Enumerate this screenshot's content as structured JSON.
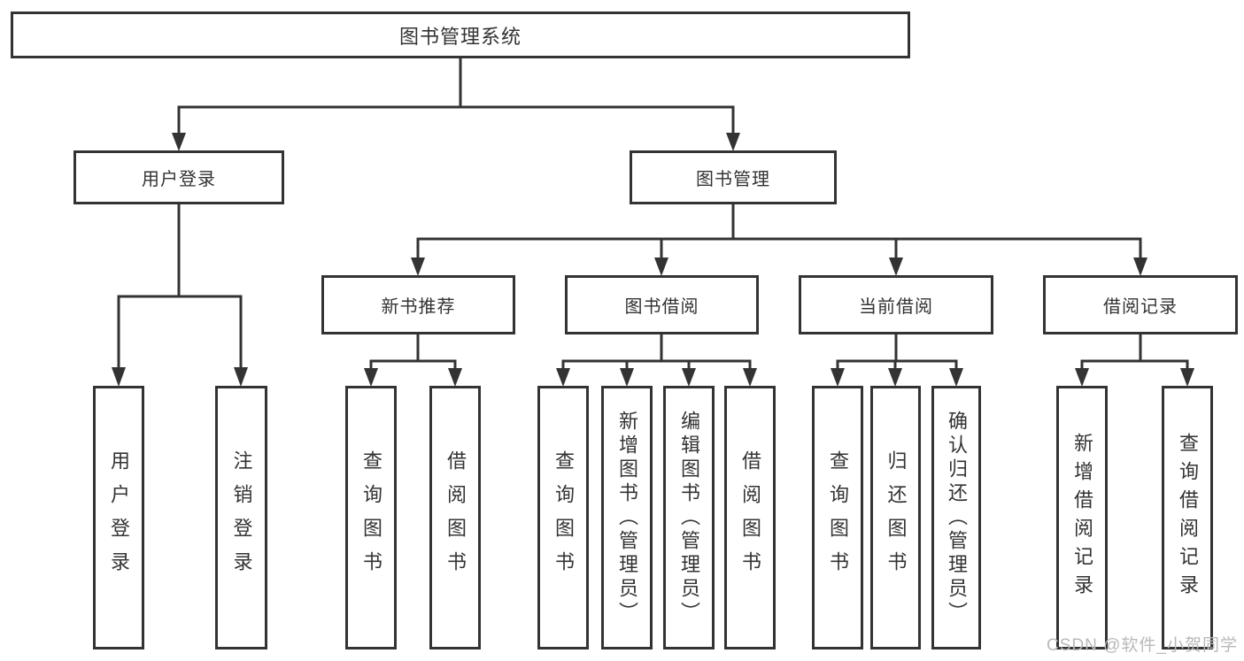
{
  "colors": {
    "line": "#333333",
    "box_border": "#333333",
    "text": "#333333",
    "watermark": "#b9b9b9",
    "background": "#ffffff"
  },
  "tree": {
    "label": "图书管理系统",
    "children": [
      {
        "label": "用户登录",
        "children": [
          {
            "label": "用户登录"
          },
          {
            "label": "注销登录"
          }
        ]
      },
      {
        "label": "图书管理",
        "children": [
          {
            "label": "新书推荐",
            "children": [
              {
                "label": "查询图书"
              },
              {
                "label": "借阅图书"
              }
            ]
          },
          {
            "label": "图书借阅",
            "children": [
              {
                "label": "查询图书"
              },
              {
                "label": "新增图书（管理员）"
              },
              {
                "label": "编辑图书（管理员）"
              },
              {
                "label": "借阅图书"
              }
            ]
          },
          {
            "label": "当前借阅",
            "children": [
              {
                "label": "查询图书"
              },
              {
                "label": "归还图书"
              },
              {
                "label": "确认归还（管理员）"
              }
            ]
          },
          {
            "label": "借阅记录",
            "children": [
              {
                "label": "新增借阅记录"
              },
              {
                "label": "查询借阅记录"
              }
            ]
          }
        ]
      }
    ]
  },
  "watermark": {
    "text": "CSDN @软件_小贺同学"
  }
}
